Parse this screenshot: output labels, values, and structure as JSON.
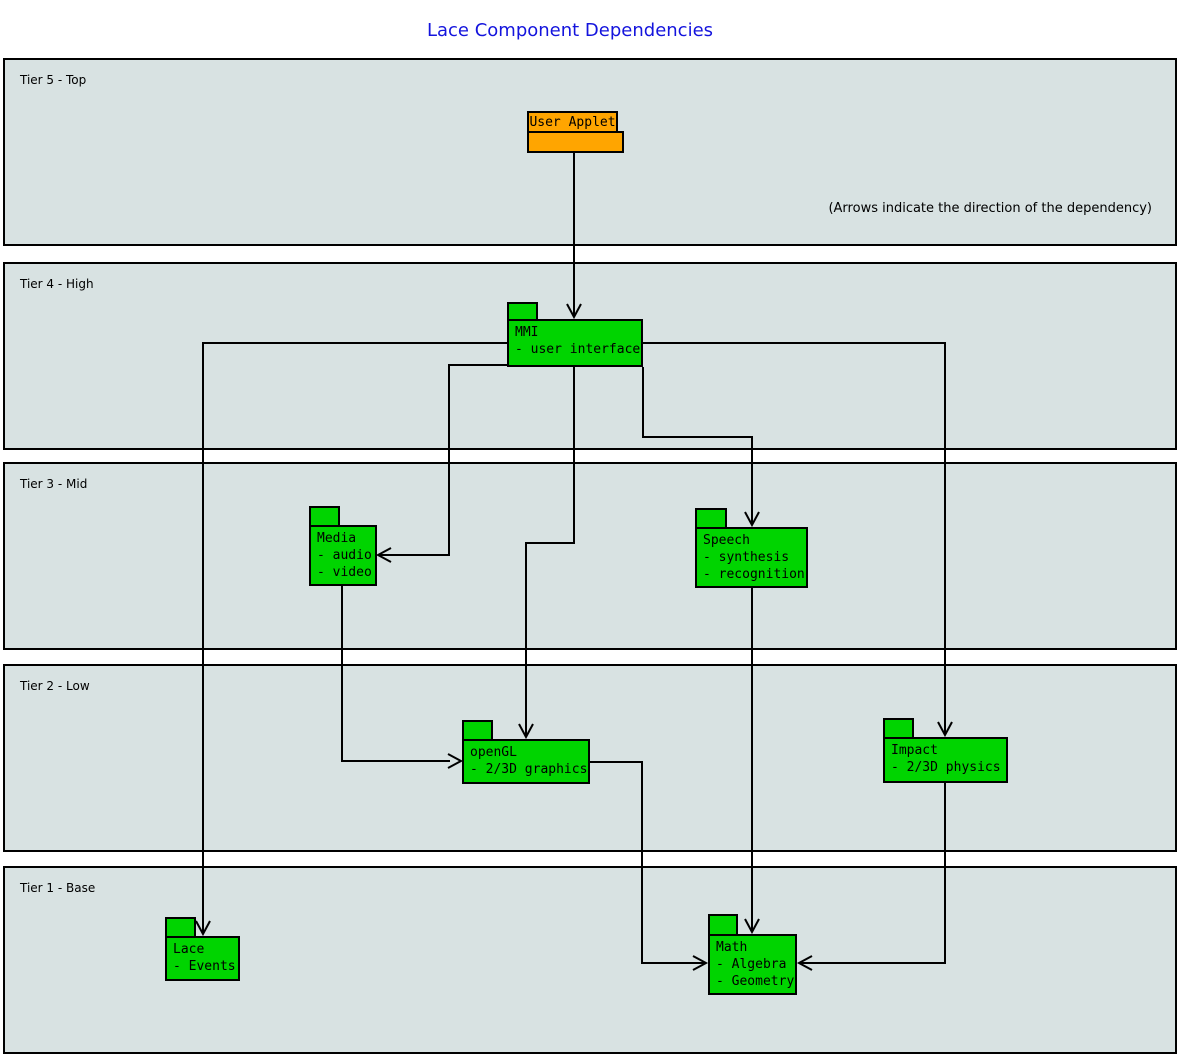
{
  "title": "Lace Component Dependencies",
  "annotation": "(Arrows indicate the direction of the dependency)",
  "colors": {
    "tier_fill": "#d8e2e2",
    "package_green": "#00d400",
    "package_orange": "#ffa500",
    "title_blue": "#1414dd",
    "line_black": "#000000"
  },
  "tiers": [
    {
      "label": "Tier 5 - Top"
    },
    {
      "label": "Tier 4 - High"
    },
    {
      "label": "Tier 3 - Mid"
    },
    {
      "label": "Tier 2 - Low"
    },
    {
      "label": "Tier 1 - Base"
    }
  ],
  "packages": [
    {
      "name": "User Applet",
      "details": []
    },
    {
      "name": "MMI",
      "details": [
        "- user interface"
      ]
    },
    {
      "name": "Media",
      "details": [
        "- audio",
        "- video"
      ]
    },
    {
      "name": "Speech",
      "details": [
        "- synthesis",
        "- recognition"
      ]
    },
    {
      "name": "openGL",
      "details": [
        "- 2/3D graphics"
      ]
    },
    {
      "name": "Impact",
      "details": [
        "- 2/3D physics"
      ]
    },
    {
      "name": "Lace",
      "details": [
        "- Events"
      ]
    },
    {
      "name": "Math",
      "details": [
        "- Algebra",
        "- Geometry"
      ]
    }
  ],
  "dependencies": [
    {
      "from": "User Applet",
      "to": "MMI"
    },
    {
      "from": "MMI",
      "to": "Lace"
    },
    {
      "from": "MMI",
      "to": "Media"
    },
    {
      "from": "MMI",
      "to": "Speech"
    },
    {
      "from": "MMI",
      "to": "openGL"
    },
    {
      "from": "MMI",
      "to": "Impact"
    },
    {
      "from": "Media",
      "to": "openGL"
    },
    {
      "from": "Speech",
      "to": "Math"
    },
    {
      "from": "openGL",
      "to": "Math"
    },
    {
      "from": "Impact",
      "to": "Math"
    }
  ]
}
